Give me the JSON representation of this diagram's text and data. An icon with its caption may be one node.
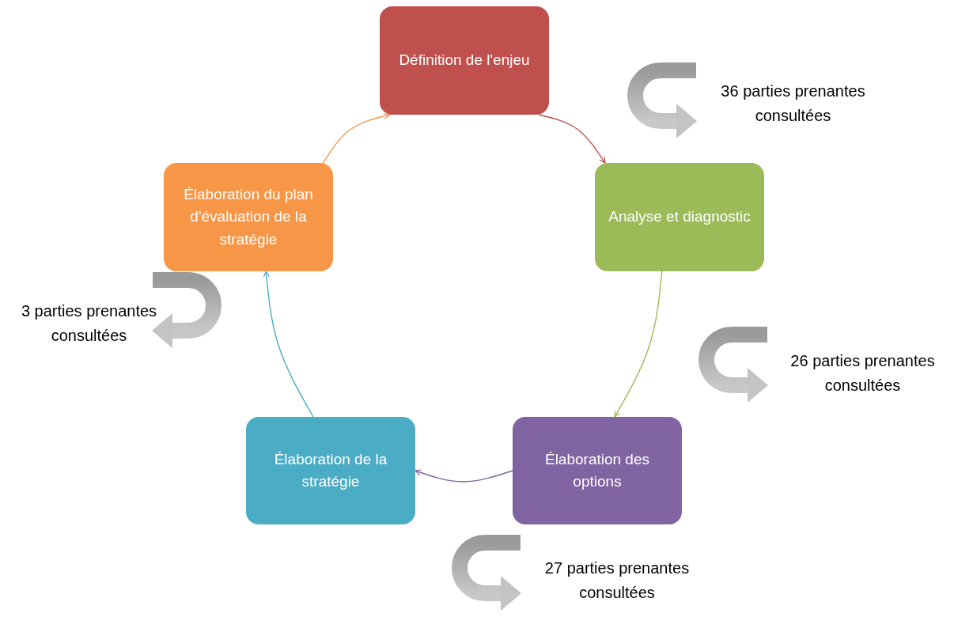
{
  "diagram": {
    "nodes": [
      {
        "text": [
          "Définition de l'enjeu"
        ]
      },
      {
        "text": [
          "Analyse et diagnostic"
        ]
      },
      {
        "text": [
          "Élaboration des options"
        ]
      },
      {
        "text": [
          "Élaboration de la stratégie"
        ]
      },
      {
        "text": [
          "Élaboration du plan d'évaluation de la stratégie"
        ]
      }
    ],
    "edges": [
      {
        "from": 0,
        "to": 1,
        "arrow": "to",
        "color": "#c0504d"
      },
      {
        "from": 1,
        "to": 2,
        "arrow": "to",
        "color": "#9bbb59"
      },
      {
        "from": 2,
        "to": 3,
        "arrow": "to",
        "color": "#8064a2"
      },
      {
        "from": 3,
        "to": 4,
        "arrow": "to",
        "color": "#4bacc6"
      },
      {
        "from": 4,
        "to": 0,
        "arrow": "to",
        "color": "#f79646"
      }
    ],
    "labels": [
      "36 parties prenantes consultées",
      "3 parties prenantes consultées",
      "26 parties prenantes consultées",
      "27 parties prenantes consultées"
    ]
  }
}
